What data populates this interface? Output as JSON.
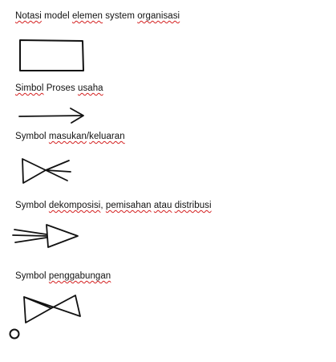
{
  "sections": [
    {
      "parts": [
        {
          "text": "Notasi",
          "flag": true
        },
        {
          "text": " model ",
          "flag": false
        },
        {
          "text": "elemen",
          "flag": true
        },
        {
          "text": " system ",
          "flag": false
        },
        {
          "text": "organisasi",
          "flag": true
        }
      ],
      "symbol": "rectangle-icon"
    },
    {
      "parts": [
        {
          "text": "Simbol",
          "flag": true
        },
        {
          "text": " Proses ",
          "flag": false
        },
        {
          "text": "usaha",
          "flag": true
        }
      ],
      "symbol": "arrow-right-icon"
    },
    {
      "parts": [
        {
          "text": "Symbol ",
          "flag": false
        },
        {
          "text": "masukan",
          "flag": true
        },
        {
          "text": "/",
          "flag": false
        },
        {
          "text": "keluaran",
          "flag": true
        }
      ],
      "symbol": "input-output-icon"
    },
    {
      "parts": [
        {
          "text": "Symbol ",
          "flag": false
        },
        {
          "text": "dekomposisi",
          "flag": true
        },
        {
          "text": ", ",
          "flag": false
        },
        {
          "text": "pemisahan",
          "flag": true
        },
        {
          "text": " ",
          "flag": false
        },
        {
          "text": "atau",
          "flag": true
        },
        {
          "text": " ",
          "flag": false
        },
        {
          "text": "distribusi",
          "flag": true
        }
      ],
      "symbol": "decomposition-icon"
    },
    {
      "parts": [
        {
          "text": "Symbol ",
          "flag": false
        },
        {
          "text": "penggabungan",
          "flag": true
        }
      ],
      "symbol": "merge-icon"
    }
  ],
  "colors": {
    "ink": "#111111",
    "spellcheck": "#d42020"
  }
}
